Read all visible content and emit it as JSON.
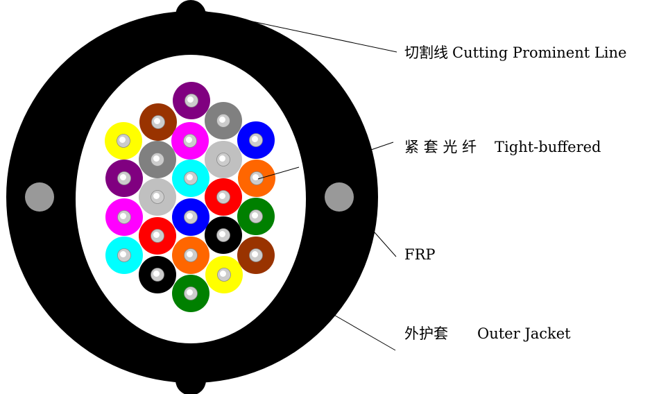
{
  "colors": {
    "jacket": "#000000",
    "interior": "#ffffff",
    "frp": "#999999",
    "fiber_core": "#cccccc",
    "fiber_center": "#ffffff",
    "leader_line": "#000000"
  },
  "labels": {
    "cutting_line": {
      "cn": "切割线",
      "en": "Cutting Prominent Line"
    },
    "tight_buffered": {
      "cn": "紧 套 光 纤",
      "en": "Tight-buffered"
    },
    "frp": {
      "en": "FRP"
    },
    "outer_jacket": {
      "cn": "外护套",
      "en": "Outer Jacket"
    }
  },
  "fibers": [
    {
      "name": "purple",
      "color": "#800080"
    },
    {
      "name": "brown",
      "color": "#993300"
    },
    {
      "name": "gray",
      "color": "#808080"
    },
    {
      "name": "yellow",
      "color": "#ffff00"
    },
    {
      "name": "magenta",
      "color": "#ff00ff"
    },
    {
      "name": "blue",
      "color": "#0000ff"
    },
    {
      "name": "gray",
      "color": "#808080"
    },
    {
      "name": "light-gray",
      "color": "#c0c0c0"
    },
    {
      "name": "purple",
      "color": "#800080"
    },
    {
      "name": "cyan",
      "color": "#00ffff"
    },
    {
      "name": "orange",
      "color": "#ff6600"
    },
    {
      "name": "light-gray",
      "color": "#c0c0c0"
    },
    {
      "name": "red",
      "color": "#ff0000"
    },
    {
      "name": "magenta",
      "color": "#ff00ff"
    },
    {
      "name": "blue",
      "color": "#0000ff"
    },
    {
      "name": "green",
      "color": "#008000"
    },
    {
      "name": "red",
      "color": "#ff0000"
    },
    {
      "name": "black",
      "color": "#000000"
    },
    {
      "name": "cyan",
      "color": "#00ffff"
    },
    {
      "name": "orange",
      "color": "#ff6600"
    },
    {
      "name": "brown",
      "color": "#993300"
    },
    {
      "name": "black",
      "color": "#000000"
    },
    {
      "name": "yellow",
      "color": "#ffff00"
    },
    {
      "name": "green",
      "color": "#008000"
    }
  ]
}
